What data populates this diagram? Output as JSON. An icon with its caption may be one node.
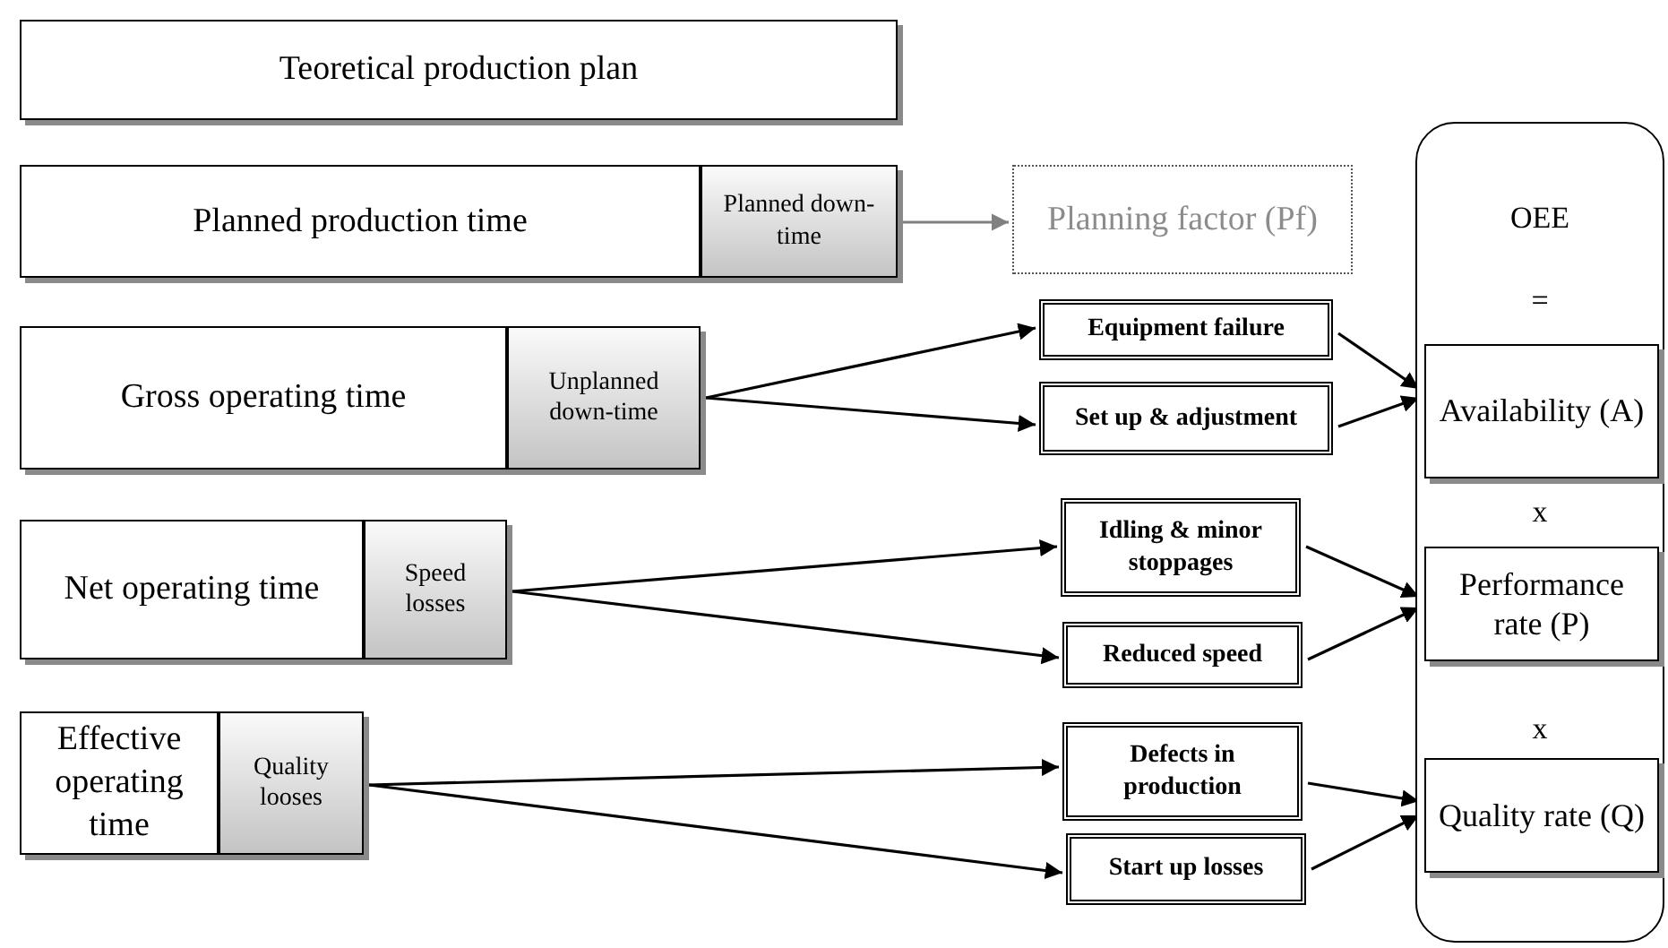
{
  "diagram": {
    "nodes": [
      {
        "text": [
          "Teoretical production plan"
        ]
      },
      {
        "text": [
          "Planned production time"
        ]
      },
      {
        "text": [
          "Planned down-time"
        ]
      },
      {
        "text": [
          "Planning factor (Pf)"
        ]
      },
      {
        "text": [
          "OEE",
          "=",
          "x",
          "x"
        ]
      },
      {
        "text": [
          "Gross operating time"
        ]
      },
      {
        "text": [
          "Unplanned down-time"
        ]
      },
      {
        "text": [
          "Equipment failure"
        ]
      },
      {
        "text": [
          "Set up & adjustment"
        ]
      },
      {
        "text": [
          "Availability (A)"
        ],
        "in": 4
      },
      {
        "text": [
          "Net operating time"
        ]
      },
      {
        "text": [
          "Speed losses"
        ]
      },
      {
        "text": [
          "Idling & minor stoppages"
        ]
      },
      {
        "text": [
          "Reduced speed"
        ]
      },
      {
        "text": [
          "Performance rate (P)"
        ],
        "in": 4
      },
      {
        "text": [
          "Effective operating time"
        ]
      },
      {
        "text": [
          "Quality looses"
        ]
      },
      {
        "text": [
          "Defects in production"
        ]
      },
      {
        "text": [
          "Start up losses"
        ]
      },
      {
        "text": [
          "Quality rate (Q)"
        ],
        "in": 4
      }
    ],
    "edges": [
      {
        "from": 2,
        "to": 3,
        "arrow": "to",
        "color": "#808080"
      },
      {
        "from": 6,
        "to": 7,
        "arrow": "to"
      },
      {
        "from": 6,
        "to": 8,
        "arrow": "to"
      },
      {
        "from": 7,
        "to": 9,
        "arrow": "to"
      },
      {
        "from": 8,
        "to": 9,
        "arrow": "to"
      },
      {
        "from": 11,
        "to": 12,
        "arrow": "to"
      },
      {
        "from": 11,
        "to": 13,
        "arrow": "to"
      },
      {
        "from": 12,
        "to": 14,
        "arrow": "to"
      },
      {
        "from": 13,
        "to": 14,
        "arrow": "to"
      },
      {
        "from": 16,
        "to": 17,
        "arrow": "to"
      },
      {
        "from": 16,
        "to": 18,
        "arrow": "to"
      },
      {
        "from": 17,
        "to": 19,
        "arrow": "to"
      },
      {
        "from": 18,
        "to": 19,
        "arrow": "to"
      }
    ]
  }
}
